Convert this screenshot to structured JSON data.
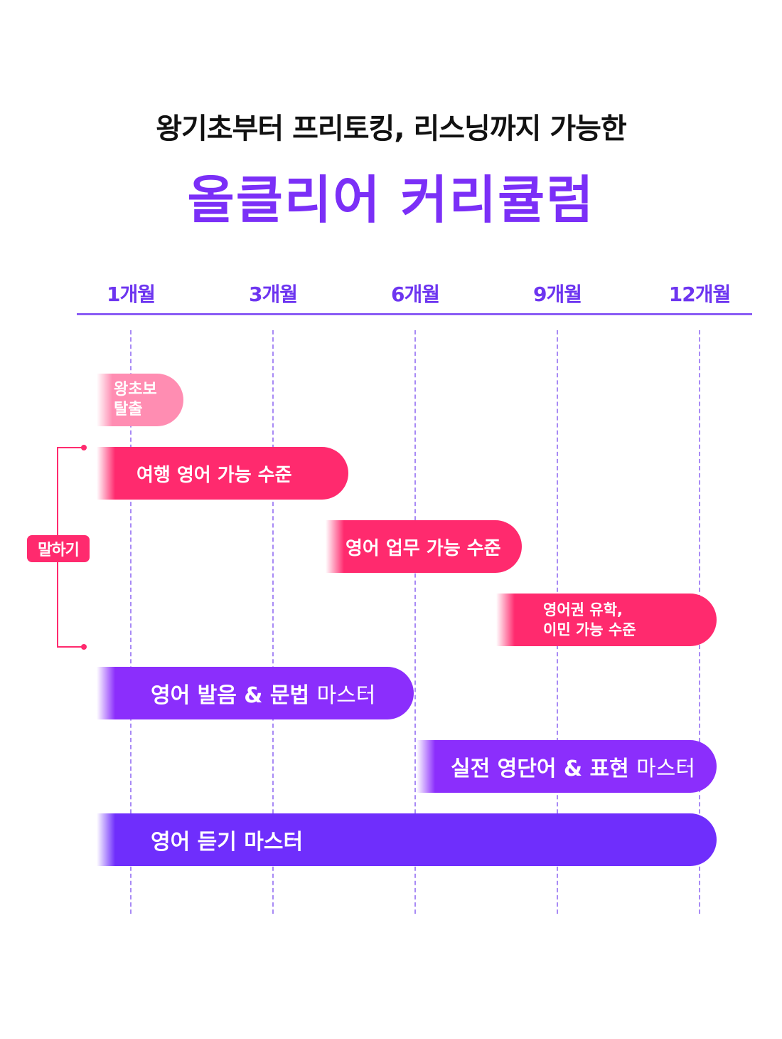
{
  "header": {
    "subtitle": "왕기초부터 프리토킹, 리스닝까지 가능한",
    "title": "올클리어 커리큘럼"
  },
  "timeline": {
    "months": [
      "1개월",
      "3개월",
      "6개월",
      "9개월",
      "12개월"
    ]
  },
  "speaking_group": {
    "label": "말하기"
  },
  "bars": {
    "beginner": {
      "line1": "왕초보",
      "line2": "탈출"
    },
    "travel": {
      "label": "여행 영어 가능 수준"
    },
    "business": {
      "label": "영어 업무 가능 수준"
    },
    "abroad": {
      "line1": "영어권 유학,",
      "line2": "이민 가능 수준"
    },
    "pronunciation": {
      "label_bold": "영어 발음 & 문법",
      "label_thin": "마스터"
    },
    "vocabulary": {
      "label_bold": "실전 영단어 & 표현",
      "label_thin": "마스터"
    },
    "listening": {
      "label": "영어 듣기 마스터"
    }
  },
  "colors": {
    "title_purple": "#7b2ff7",
    "axis_purple": "#8a5cf5",
    "pink_light": "#ff8db2",
    "pink": "#ff2a6e",
    "purple": "#8b2efc",
    "violet": "#6f2efc"
  }
}
